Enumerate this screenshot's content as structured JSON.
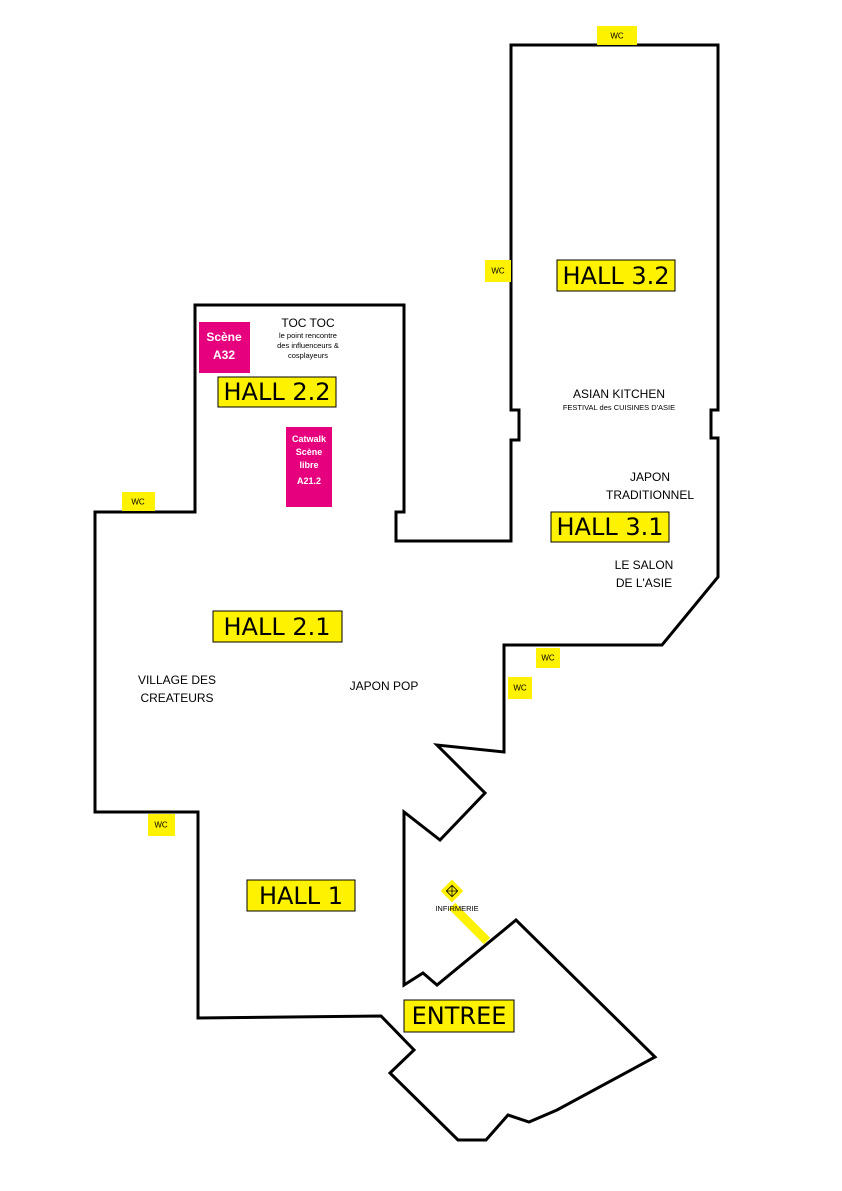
{
  "halls": {
    "hall_3_2": "HALL 3.2",
    "hall_2_2": "HALL 2.2",
    "hall_3_1": "HALL 3.1",
    "hall_2_1": "HALL 2.1",
    "hall_1": "HALL 1",
    "entree": "ENTREE"
  },
  "wc_label": "WC",
  "zones": {
    "toc_toc": "TOC TOC",
    "toc_toc_sub_1": "le point rencontre",
    "toc_toc_sub_2": "des influenceurs &",
    "toc_toc_sub_3": "cosplayeurs",
    "asian_kitchen": "ASIAN KITCHEN",
    "asian_kitchen_sub": "FESTIVAL des CUISINES D'ASIE",
    "japon_trad_1": "JAPON",
    "japon_trad_2": "TRADITIONNEL",
    "salon_1": "LE SALON",
    "salon_2": "DE L'ASIE",
    "village_1": "VILLAGE DES",
    "village_2": "CREATEURS",
    "japon_pop": "JAPON POP",
    "infirmerie": "INFIRMERIE"
  },
  "scenes": {
    "scene_a32_1": "Scène",
    "scene_a32_2": "A32",
    "catwalk_1": "Catwalk",
    "catwalk_2": "Scène",
    "catwalk_3": "libre",
    "catwalk_4": "A21.2"
  },
  "colors": {
    "label_yellow": "#fff200",
    "scene_magenta": "#e6007e",
    "outline": "#000000"
  },
  "icons": {
    "infirmerie": "medical-cross-diamond-icon"
  }
}
